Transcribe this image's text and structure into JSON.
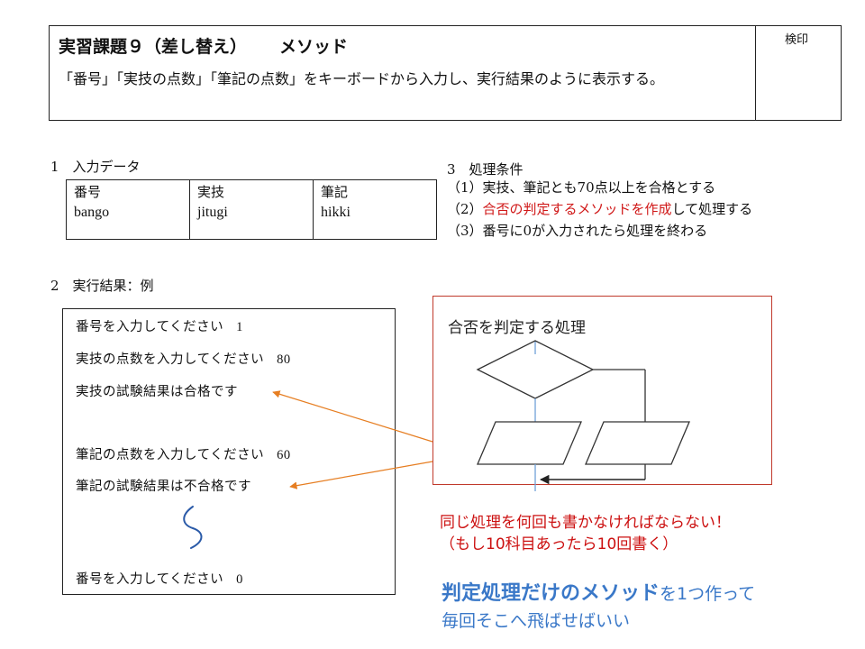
{
  "header": {
    "title": "実習課題９（差し替え）",
    "subtitle": "メソッド",
    "description": "「番号」「実技の点数」「筆記の点数」をキーボードから入力し、実行結果のように表示する。",
    "seal_label": "検印"
  },
  "input_section": {
    "heading": "1　入力データ",
    "columns": [
      {
        "label": "番号",
        "var": "bango"
      },
      {
        "label": "実技",
        "var": "jitugi"
      },
      {
        "label": "筆記",
        "var": "hikki"
      }
    ]
  },
  "conditions": {
    "heading": "3　処理条件",
    "items": [
      {
        "prefix": "（1）",
        "text": "実技、筆記とも70点以上を合格とする",
        "red": "",
        "rest": ""
      },
      {
        "prefix": "（2）",
        "text": "",
        "red": "合否の判定するメソッドを作成",
        "rest": "して処理する"
      },
      {
        "prefix": "（3）",
        "text": "番号に0が入力されたら処理を終わる",
        "red": "",
        "rest": ""
      }
    ]
  },
  "result_section": {
    "heading": "2　実行結果：例"
  },
  "console": {
    "lines": [
      {
        "text": "番号を入力してください",
        "num": "1"
      },
      {
        "text": "実技の点数を入力してください",
        "num": "80"
      },
      {
        "text": "実技の試験結果は合格です",
        "num": ""
      },
      {
        "text": "筆記の点数を入力してください",
        "num": "60"
      },
      {
        "text": "筆記の試験結果は不合格です",
        "num": ""
      },
      {
        "text": "番号を入力してください",
        "num": "0"
      }
    ]
  },
  "flowchart": {
    "title": "合否を判定する処理"
  },
  "notes": {
    "red_line1": "同じ処理を何回も書かなければならない！",
    "red_line2": "（もし10科目あったら10回書く）",
    "blue_bold": "判定処理だけのメソッド",
    "blue_rest": "を1つ作って",
    "blue_line2": "毎回そこへ飛ばせばいい"
  },
  "colors": {
    "red": "#d01818",
    "blue": "#3a78c8",
    "arrow_orange": "#e67e22",
    "flow_border": "#c0392b"
  }
}
